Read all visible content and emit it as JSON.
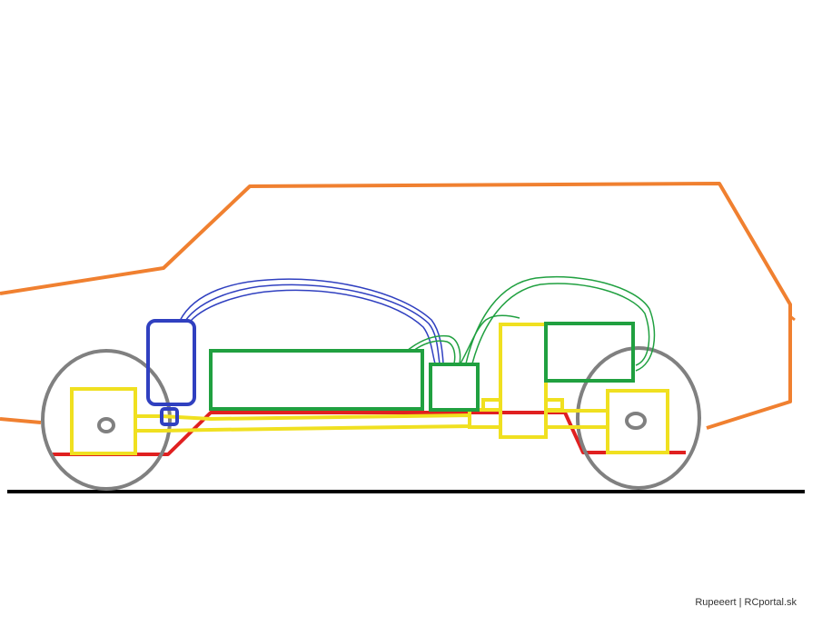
{
  "credit": "Rupeeert | RCportal.sk",
  "colors": {
    "body_outline": "#f08030",
    "chassis": "#e02020",
    "frame": "#f0e020",
    "component_blue": "#3040c0",
    "component_green": "#20a040",
    "wheel": "#808080",
    "ground": "#000000"
  },
  "components": [
    "body-outline",
    "ground-line",
    "chassis-rail",
    "front-wheel",
    "rear-wheel",
    "front-axle-box",
    "rear-axle-box",
    "frame-rails",
    "motor-mount",
    "blue-receiver",
    "blue-servo",
    "blue-wiring",
    "green-battery",
    "green-esc",
    "green-rear-box",
    "green-wiring"
  ]
}
